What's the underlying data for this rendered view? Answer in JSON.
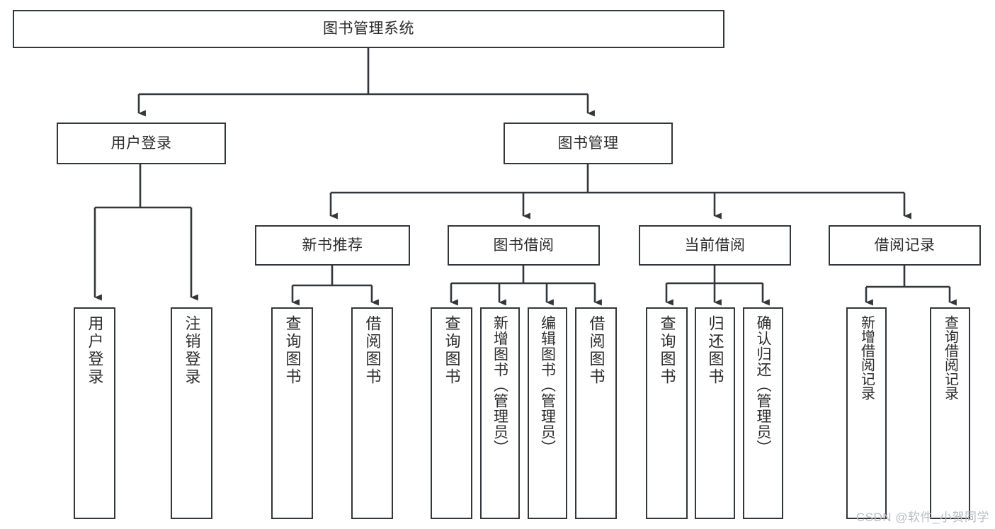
{
  "diagram": {
    "title": "图书管理系统",
    "type": "tree-hierarchy-chart",
    "colors": {
      "stroke": "#33363b",
      "text": "#2b2b2b",
      "background": "#ffffff",
      "watermark": "#b9bcc1"
    }
  },
  "root": {
    "label": "图书管理系统"
  },
  "level2": {
    "user_login": "用户登录",
    "book_manage": "图书管理"
  },
  "level3": {
    "new_book_recommend": "新书推荐",
    "book_borrow": "图书借阅",
    "current_borrow": "当前借阅",
    "borrow_record": "借阅记录"
  },
  "leaves": {
    "user_login": [
      {
        "label": "用户登录"
      },
      {
        "label": "注销登录"
      }
    ],
    "new_book_recommend": [
      {
        "label": "查询图书"
      },
      {
        "label": "借阅图书"
      }
    ],
    "book_borrow": [
      {
        "label": "查询图书"
      },
      {
        "label": "新增图书（管理员）"
      },
      {
        "label": "编辑图书（管理员）"
      },
      {
        "label": "借阅图书"
      }
    ],
    "current_borrow": [
      {
        "label": "查询图书"
      },
      {
        "label": "归还图书"
      },
      {
        "label": "确认归还（管理员）"
      }
    ],
    "borrow_record": [
      {
        "label": "新增借阅记录"
      },
      {
        "label": "查询借阅记录"
      }
    ]
  },
  "watermark": {
    "text": "CSDN @软件_小贺同学"
  }
}
